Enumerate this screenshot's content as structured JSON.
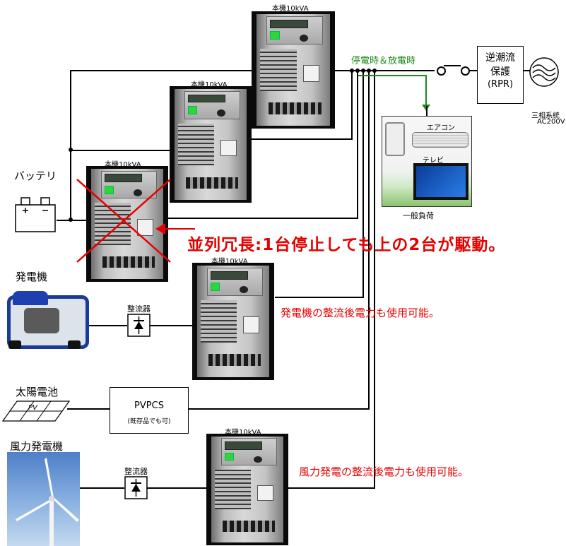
{
  "units": [
    {
      "label": "本機10kVA"
    },
    {
      "label": "本機10kVA"
    },
    {
      "label": "本機10kVA"
    },
    {
      "label": "本機10kVA"
    },
    {
      "label": "本機10kVA"
    }
  ],
  "sources": {
    "battery": "バッテリ",
    "generator": "発電機",
    "solar": "太陽電池",
    "wind": "風力発電機"
  },
  "rectifier_label": "整流器",
  "pvpcs": {
    "title": "PVPCS",
    "note": "(既存品でも可)"
  },
  "outage_label": "停電時＆放電時",
  "rpr": {
    "line1": "逆潮流",
    "line2": "保護",
    "line3": "(RPR)"
  },
  "grid": {
    "line1": "三相系統",
    "line2": "AC200V"
  },
  "loads": {
    "aircon": "エアコン",
    "tv": "テレビ",
    "caption": "一般負荷"
  },
  "notes": {
    "redundancy": "並列冗長:1台停止しても上の2台が駆動。",
    "generator": "発電機の整流後電力も使用可能。",
    "wind": "風力発電の整流後電力も使用可能。"
  },
  "solar_panel_label": "PV",
  "colors": {
    "accent_red": "#e60000",
    "green_line": "#1a8a1a"
  }
}
